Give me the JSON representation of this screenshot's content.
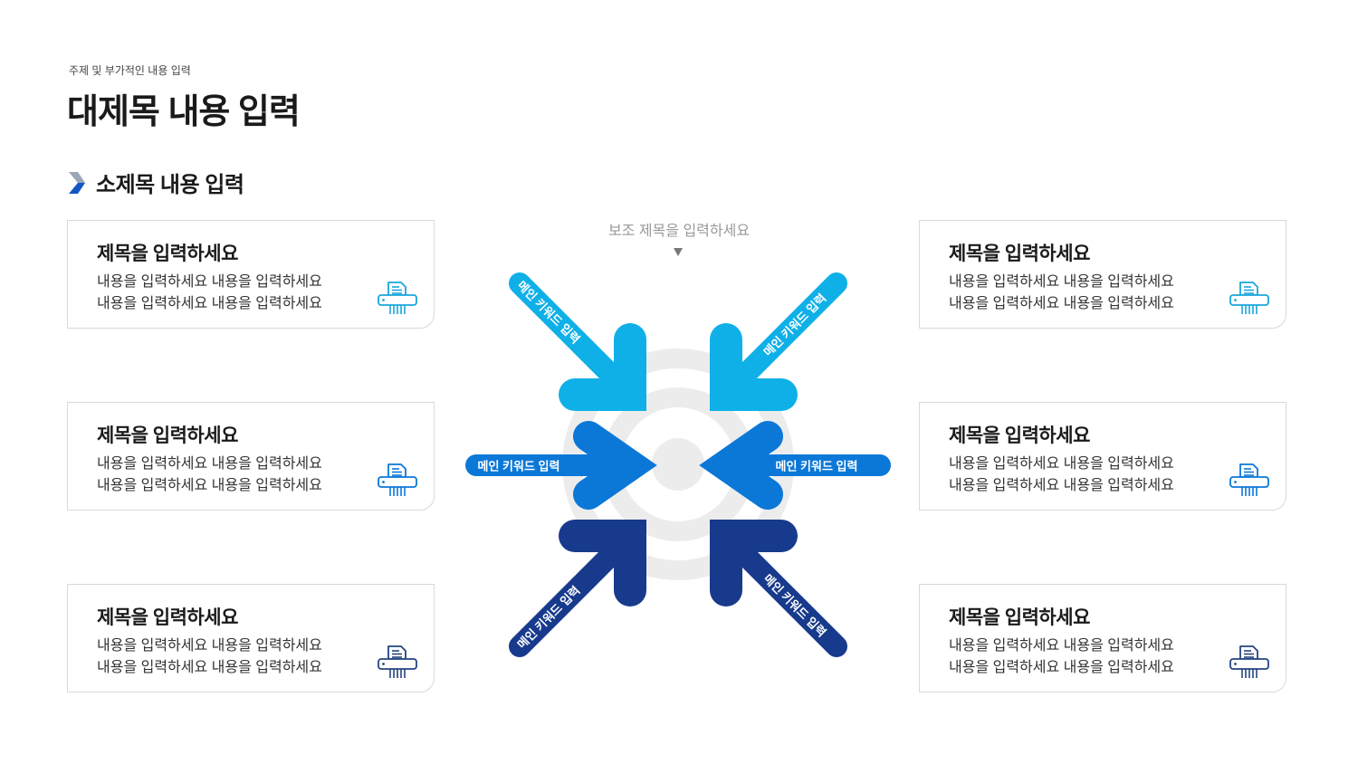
{
  "header": {
    "subtitle": "주제 및 부가적인 내용 입력",
    "title": "대제목 내용 입력"
  },
  "section": {
    "label": "소제목 내용 입력"
  },
  "center": {
    "label": "보조 제목을 입력하세요"
  },
  "arrows": {
    "top_left": "메인 키워드 입력",
    "top_right": "메인 키워드 입력",
    "middle_left": "메인 키워드 입력",
    "middle_right": "메인 키워드 입력",
    "bottom_left": "메인 키워드 입력",
    "bottom_right": "메인 키워드 입력"
  },
  "cards": [
    {
      "title": "제목을 입력하세요",
      "line1": "내용을 입력하세요 내용을 입력하세요",
      "line2": "내용을 입력하세요 내용을 입력하세요",
      "icon": "shredder-icon"
    },
    {
      "title": "제목을 입력하세요",
      "line1": "내용을 입력하세요 내용을 입력하세요",
      "line2": "내용을 입력하세요 내용을 입력하세요",
      "icon": "shredder-icon"
    },
    {
      "title": "제목을 입력하세요",
      "line1": "내용을 입력하세요 내용을 입력하세요",
      "line2": "내용을 입력하세요 내용을 입력하세요",
      "icon": "shredder-icon"
    },
    {
      "title": "제목을 입력하세요",
      "line1": "내용을 입력하세요 내용을 입력하세요",
      "line2": "내용을 입력하세요 내용을 입력하세요",
      "icon": "shredder-icon"
    },
    {
      "title": "제목을 입력하세요",
      "line1": "내용을 입력하세요 내용을 입력하세요",
      "line2": "내용을 입력하세요 내용을 입력하세요",
      "icon": "shredder-icon"
    },
    {
      "title": "제목을 입력하세요",
      "line1": "내용을 입력하세요 내용을 입력하세요",
      "line2": "내용을 입력하세요 내용을 입력하세요",
      "icon": "shredder-icon"
    }
  ],
  "colors": {
    "light_blue": "#0fb0e8",
    "mid_blue": "#0b78d8",
    "dark_blue": "#173a8c",
    "target_gray": "#ececec",
    "icon_cyan": "#1aa6dc",
    "icon_navy": "#24457f"
  }
}
